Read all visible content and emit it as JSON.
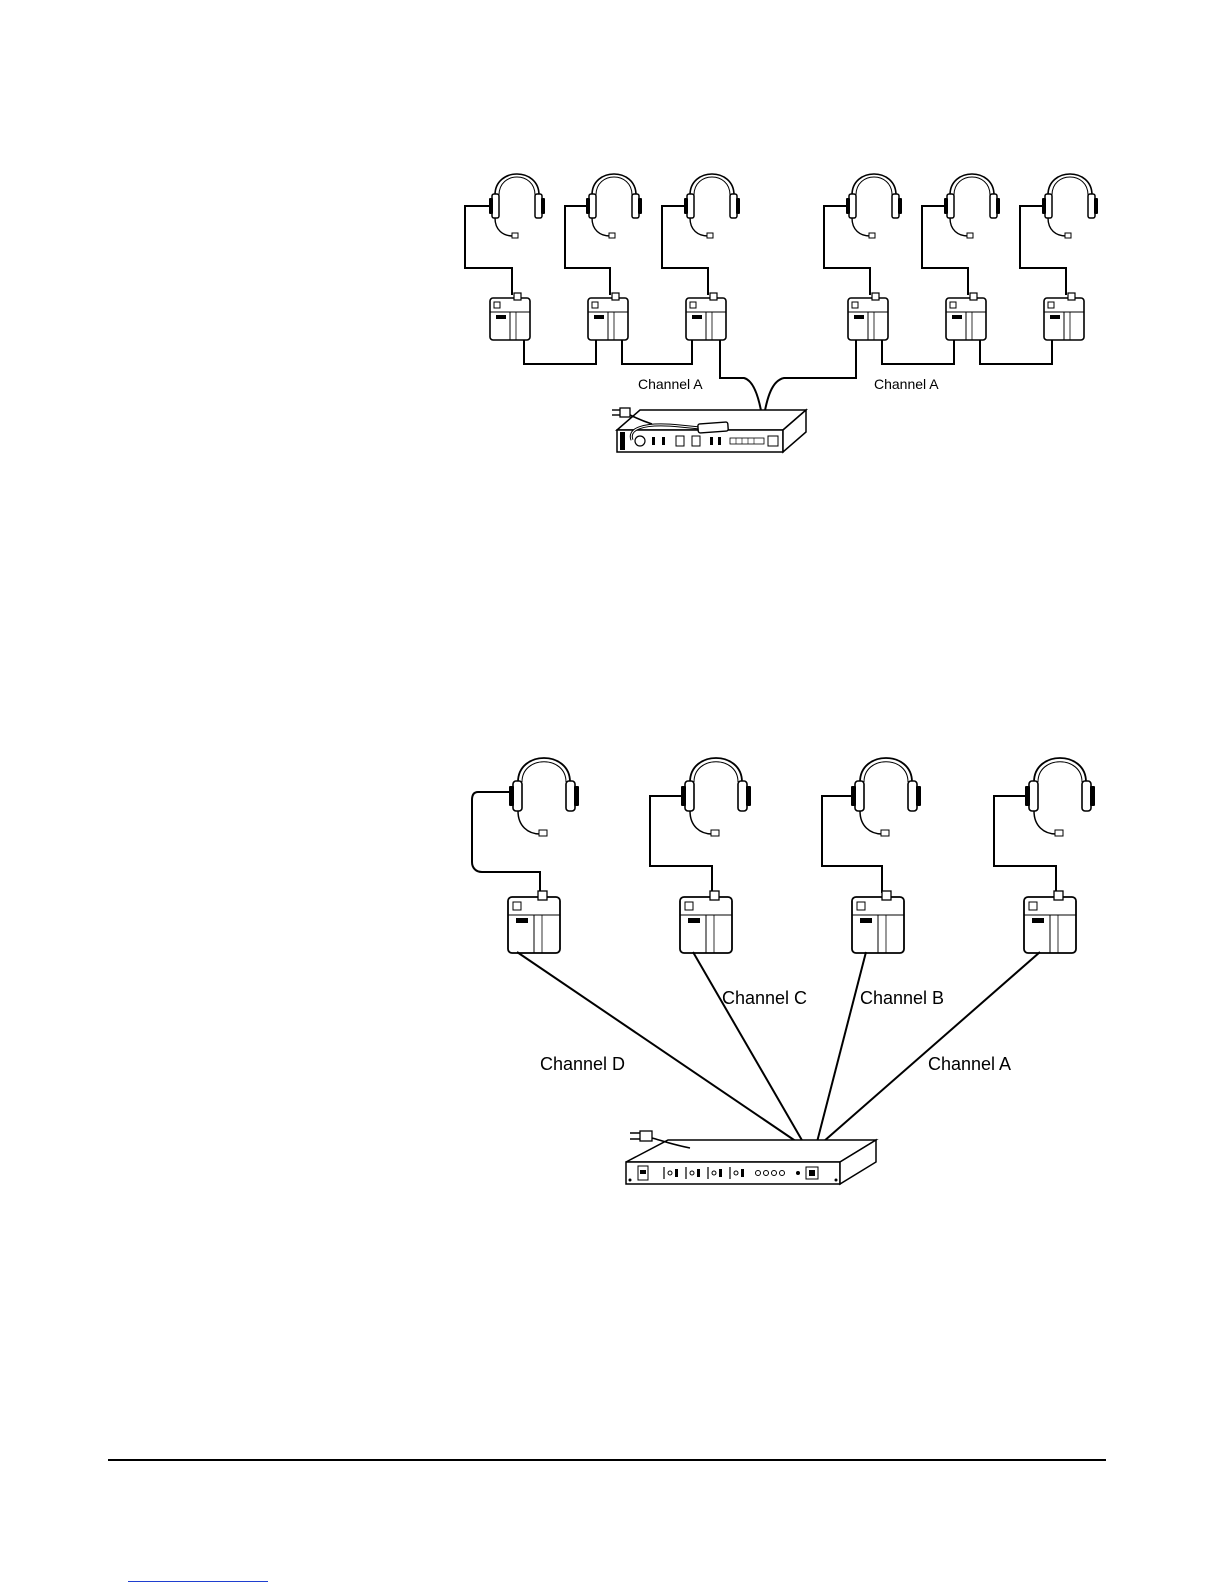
{
  "diagram_top": {
    "label_left": "Channel A",
    "label_right": "Channel A"
  },
  "diagram_bottom": {
    "label_d": "Channel D",
    "label_c": "Channel C",
    "label_b": "Channel B",
    "label_a": "Channel A"
  },
  "colors": {
    "ink": "#000000",
    "fill": "#ffffff",
    "shade": "#d8d8d8",
    "link": "#1f3fd0"
  },
  "icons": [
    "headset-icon",
    "beltpack-icon",
    "master-station-icon",
    "power-plug-icon",
    "gooseneck-mic-icon"
  ]
}
